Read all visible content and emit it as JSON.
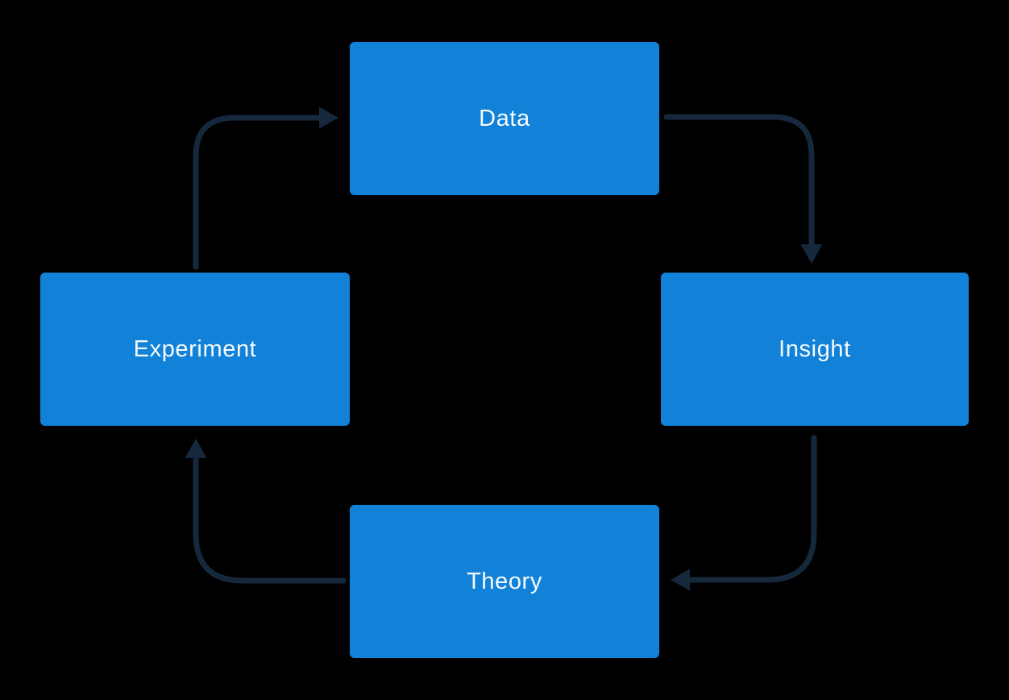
{
  "diagram": {
    "type": "cycle-flowchart",
    "background_color": "#000000",
    "node_fill_color": "#1182d8",
    "node_text_color": "#f6fafd",
    "arrow_color": "#16293c",
    "nodes": [
      {
        "id": "data",
        "label": "Data"
      },
      {
        "id": "insight",
        "label": "Insight"
      },
      {
        "id": "theory",
        "label": "Theory"
      },
      {
        "id": "experiment",
        "label": "Experiment"
      }
    ],
    "edges": [
      {
        "from": "data",
        "to": "insight"
      },
      {
        "from": "insight",
        "to": "theory"
      },
      {
        "from": "theory",
        "to": "experiment"
      },
      {
        "from": "experiment",
        "to": "data"
      }
    ]
  }
}
